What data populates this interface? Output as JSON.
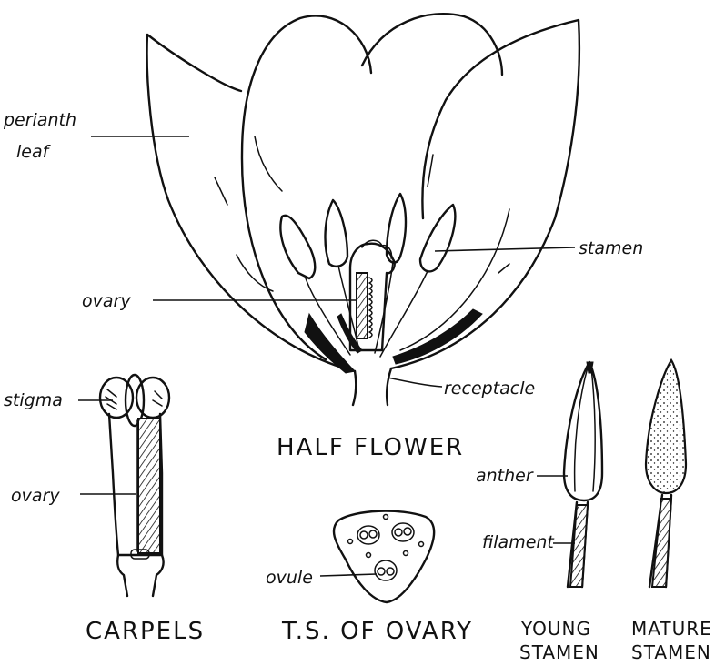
{
  "labels": {
    "perianth_leaf_line1": "perianth",
    "perianth_leaf_line2": "leaf",
    "stamen": "stamen",
    "ovary_main": "ovary",
    "receptacle": "receptacle",
    "stigma": "stigma",
    "ovary_carpel": "ovary",
    "anther": "anther",
    "filament": "filament",
    "ovule": "ovule"
  },
  "titles": {
    "half_flower": "HALF FLOWER",
    "carpels": "CARPELS",
    "ts_ovary": "T.S. OF OVARY",
    "young_stamen_line1": "YOUNG",
    "young_stamen_line2": "STAMEN",
    "mature_stamen_line1": "MATURE",
    "mature_stamen_line2": "STAMEN"
  }
}
